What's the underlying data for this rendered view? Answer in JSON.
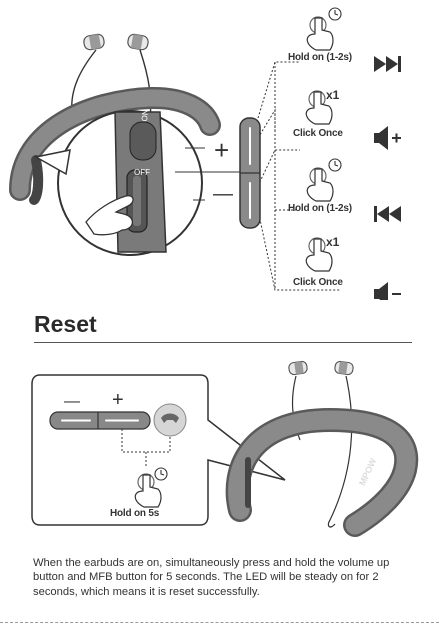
{
  "controls": {
    "hold_skip_label": "Hold on (1-2s)",
    "click_vol_up_label": "Click Once",
    "hold_prev_label": "Hold on (1-2s)",
    "click_vol_down_label": "Click Once",
    "click_count_top": "x1",
    "click_count_bottom": "x1",
    "plus_sign": "+",
    "minus_sign": "—",
    "switch_on": "ON",
    "switch_off": "OFF"
  },
  "reset": {
    "title": "Reset",
    "minus_sign": "—",
    "plus_sign": "+",
    "hold_label": "Hold on 5s",
    "brand_text": "MPOW",
    "description": "When the earbuds are on, simultaneously press and hold the volume up button and MFB button for 5 seconds. The LED will be steady on for 2 seconds, which means it is reset successfully."
  },
  "colors": {
    "device_body": "#7d7d7d",
    "device_dark": "#4a4a4a",
    "line": "#333333",
    "accent_light": "#d6d6d6"
  },
  "icons": [
    "skip-forward-icon",
    "volume-up-icon",
    "skip-back-icon",
    "volume-down-icon",
    "phone-icon",
    "hand-press-icon",
    "timer-icon"
  ]
}
